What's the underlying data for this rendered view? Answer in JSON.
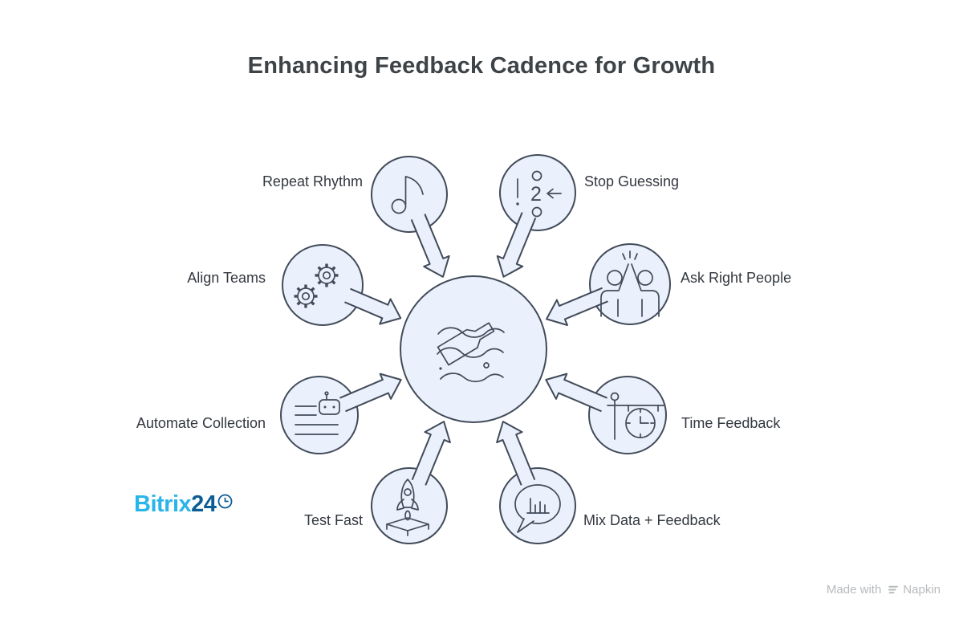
{
  "title": "Enhancing Feedback Cadence for Growth",
  "hub": {
    "icon": "message-in-bottle-icon"
  },
  "nodes": [
    {
      "id": "repeat-rhythm",
      "label": "Repeat Rhythm",
      "icon": "music-note-icon",
      "side": "left"
    },
    {
      "id": "stop-guessing",
      "label": "Stop Guessing",
      "icon": "numbered-item-icon",
      "side": "right"
    },
    {
      "id": "align-teams",
      "label": "Align Teams",
      "icon": "gears-icon",
      "side": "left"
    },
    {
      "id": "ask-right-people",
      "label": "Ask Right People",
      "icon": "high-five-icon",
      "side": "right"
    },
    {
      "id": "automate-collection",
      "label": "Automate Collection",
      "icon": "robot-list-icon",
      "side": "left"
    },
    {
      "id": "time-feedback",
      "label": "Time Feedback",
      "icon": "hanging-clock-icon",
      "side": "right"
    },
    {
      "id": "test-fast",
      "label": "Test Fast",
      "icon": "rocket-launch-icon",
      "side": "left"
    },
    {
      "id": "mix-data-feedback",
      "label": "Mix Data + Feedback",
      "icon": "chart-bubble-icon",
      "side": "right"
    }
  ],
  "icons": {
    "stop_guessing_digit": "2"
  },
  "branding": {
    "bitrix_part1": "Bitrix",
    "bitrix_part2": "24"
  },
  "credit": {
    "made_with": "Made with",
    "brand": "Napkin"
  },
  "colors": {
    "node_fill": "#eaf0fc",
    "node_stroke": "#424b59",
    "title_text": "#3e4347",
    "label_text": "#33383f",
    "bitrix_cyan": "#2ab5e8",
    "bitrix_blue": "#0d5d95",
    "credit_gray": "#b7babe"
  }
}
